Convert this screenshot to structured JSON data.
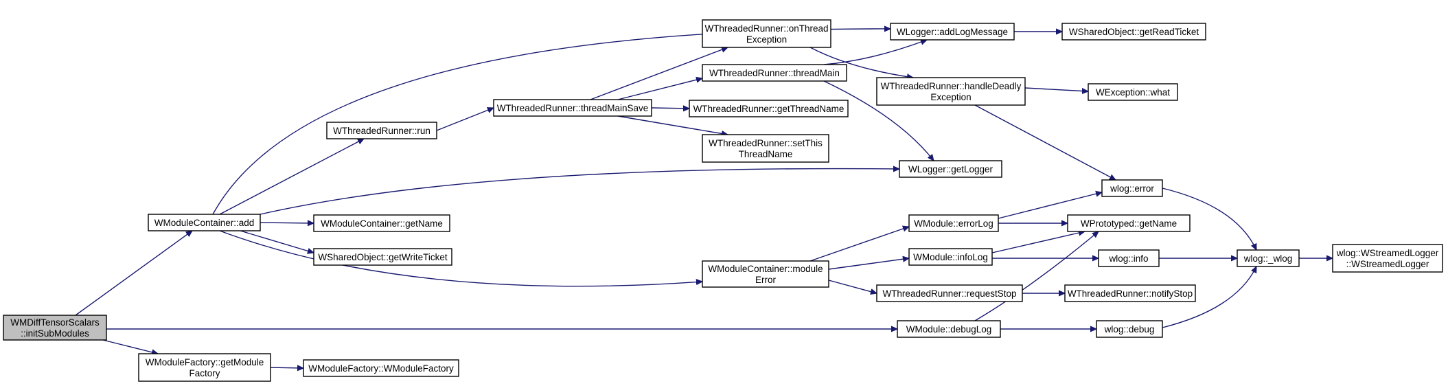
{
  "diagram": {
    "type": "call-graph",
    "edge_color": "#191970",
    "root_fill": "#bfbfbf",
    "nodes": [
      {
        "id": "root",
        "lines": [
          "WMDiffTensorScalars",
          "::initSubModules"
        ],
        "root": true
      },
      {
        "id": "mc_add",
        "lines": [
          "WModuleContainer::add"
        ]
      },
      {
        "id": "mf_get",
        "lines": [
          "WModuleFactory::getModule",
          "Factory"
        ]
      },
      {
        "id": "mf_ctor",
        "lines": [
          "WModuleFactory::WModuleFactory"
        ]
      },
      {
        "id": "tr_run",
        "lines": [
          "WThreadedRunner::run"
        ]
      },
      {
        "id": "mc_getname",
        "lines": [
          "WModuleContainer::getName"
        ]
      },
      {
        "id": "so_write",
        "lines": [
          "WSharedObject::getWriteTicket"
        ]
      },
      {
        "id": "tr_tms",
        "lines": [
          "WThreadedRunner::threadMainSave"
        ]
      },
      {
        "id": "tr_ote",
        "lines": [
          "WThreadedRunner::onThread",
          "Exception"
        ]
      },
      {
        "id": "tr_tm",
        "lines": [
          "WThreadedRunner::threadMain"
        ]
      },
      {
        "id": "tr_gtn",
        "lines": [
          "WThreadedRunner::getThreadName"
        ]
      },
      {
        "id": "tr_stn",
        "lines": [
          "WThreadedRunner::setThis",
          "ThreadName"
        ]
      },
      {
        "id": "mc_err",
        "lines": [
          "WModuleContainer::module",
          "Error"
        ]
      },
      {
        "id": "lg_add",
        "lines": [
          "WLogger::addLogMessage"
        ]
      },
      {
        "id": "tr_hde",
        "lines": [
          "WThreadedRunner::handleDeadly",
          "Exception"
        ]
      },
      {
        "id": "lg_get",
        "lines": [
          "WLogger::getLogger"
        ]
      },
      {
        "id": "m_err",
        "lines": [
          "WModule::errorLog"
        ]
      },
      {
        "id": "m_info",
        "lines": [
          "WModule::infoLog"
        ]
      },
      {
        "id": "tr_rs",
        "lines": [
          "WThreadedRunner::requestStop"
        ]
      },
      {
        "id": "m_dbg",
        "lines": [
          "WModule::debugLog"
        ]
      },
      {
        "id": "so_read",
        "lines": [
          "WSharedObject::getReadTicket"
        ]
      },
      {
        "id": "ex_what",
        "lines": [
          "WException::what"
        ]
      },
      {
        "id": "wl_err",
        "lines": [
          "wlog::error"
        ]
      },
      {
        "id": "pr_name",
        "lines": [
          "WPrototyped::getName"
        ]
      },
      {
        "id": "wl_info",
        "lines": [
          "wlog::info"
        ]
      },
      {
        "id": "tr_ns",
        "lines": [
          "WThreadedRunner::notifyStop"
        ]
      },
      {
        "id": "wl_dbg",
        "lines": [
          "wlog::debug"
        ]
      },
      {
        "id": "wl_wlog",
        "lines": [
          "wlog::_wlog"
        ]
      },
      {
        "id": "wl_sl",
        "lines": [
          "wlog::WStreamedLogger",
          "::WStreamedLogger"
        ]
      }
    ],
    "edges": [
      [
        "root",
        "mc_add"
      ],
      [
        "root",
        "mf_get"
      ],
      [
        "root",
        "m_dbg"
      ],
      [
        "mf_get",
        "mf_ctor"
      ],
      [
        "mc_add",
        "tr_run"
      ],
      [
        "mc_add",
        "mc_getname"
      ],
      [
        "mc_add",
        "so_write"
      ],
      [
        "mc_add",
        "lg_add"
      ],
      [
        "mc_add",
        "lg_get"
      ],
      [
        "mc_add",
        "mc_err"
      ],
      [
        "tr_run",
        "tr_tms"
      ],
      [
        "tr_tms",
        "tr_ote"
      ],
      [
        "tr_tms",
        "tr_tm"
      ],
      [
        "tr_tms",
        "tr_gtn"
      ],
      [
        "tr_tms",
        "tr_stn"
      ],
      [
        "tr_ote",
        "tr_hde"
      ],
      [
        "tr_tm",
        "lg_add"
      ],
      [
        "tr_tm",
        "lg_get"
      ],
      [
        "lg_add",
        "so_read"
      ],
      [
        "tr_hde",
        "ex_what"
      ],
      [
        "tr_hde",
        "wl_err"
      ],
      [
        "mc_err",
        "m_err"
      ],
      [
        "mc_err",
        "m_info"
      ],
      [
        "mc_err",
        "tr_rs"
      ],
      [
        "m_err",
        "wl_err"
      ],
      [
        "m_err",
        "pr_name"
      ],
      [
        "m_info",
        "pr_name"
      ],
      [
        "m_info",
        "wl_info"
      ],
      [
        "tr_rs",
        "tr_ns"
      ],
      [
        "m_dbg",
        "pr_name"
      ],
      [
        "m_dbg",
        "wl_dbg"
      ],
      [
        "wl_err",
        "wl_wlog"
      ],
      [
        "wl_info",
        "wl_wlog"
      ],
      [
        "wl_dbg",
        "wl_wlog"
      ],
      [
        "wl_wlog",
        "wl_sl"
      ]
    ]
  }
}
